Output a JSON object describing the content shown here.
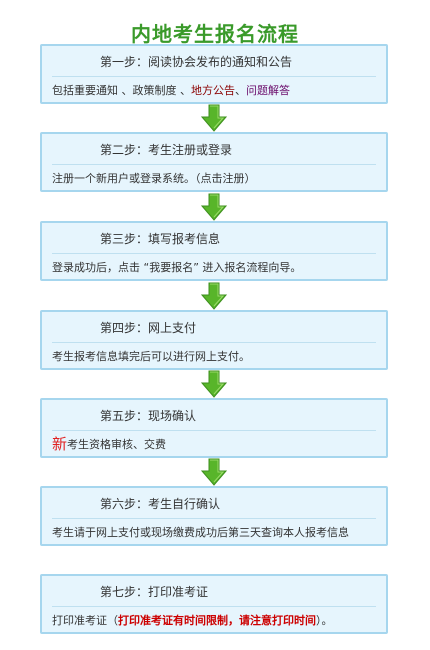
{
  "title": "内地考生报名流程",
  "colors": {
    "title": "#3a9a2a",
    "box_fill": "#e6f5fd",
    "box_border": "#a6d6ee",
    "arrow": "#58b52a",
    "link_darkred": "#8a0000",
    "link_purple": "#6a0a6a",
    "warning": "#cc0000"
  },
  "steps": [
    {
      "heading": "第一步：阅读协会发布的通知和公告",
      "body": {
        "prefix": "包括重要通知 、政策制度 、",
        "link1": "地方公告",
        "sep": " 、",
        "link2": "问题解答"
      }
    },
    {
      "heading": "第二步：考生注册或登录",
      "body": {
        "text": "注册一个新用户或登录系统。（点击注册）"
      }
    },
    {
      "heading": "第三步：填写报考信息",
      "body": {
        "text": "登录成功后，点击 “我要报名” 进入报名流程向导。"
      }
    },
    {
      "heading": "第四步：网上支付",
      "body": {
        "text": "考生报考信息填完后可以进行网上支付。"
      }
    },
    {
      "heading": "第五步：现场确认",
      "body": {
        "new_mark": "新",
        "text": "考生资格审核、交费"
      }
    },
    {
      "heading": "第六步：考生自行确认",
      "body": {
        "text": "考生请于网上支付或现场缴费成功后第三天查询本人报考信息"
      }
    },
    {
      "heading": "第七步：打印准考证",
      "body": {
        "prefix": "打印准考证（",
        "warning": "打印准考证有时间限制，请注意打印时间",
        "suffix": "）。"
      }
    }
  ]
}
